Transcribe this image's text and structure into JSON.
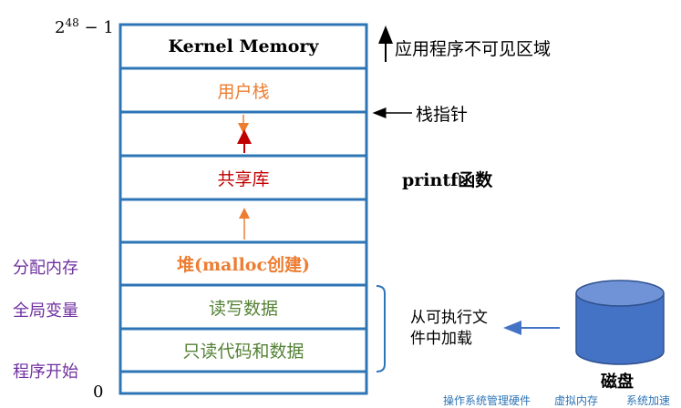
{
  "top_address": "2",
  "top_address_exp": "48",
  "top_address_suffix": " − 1",
  "bottom_address": "0",
  "segments": {
    "kernel": "Kernel Memory",
    "stack": "用户栈",
    "shared": "共享库",
    "heap": "堆(malloc创建)",
    "data": "读写数据",
    "code": "只读代码和数据"
  },
  "right_notes": {
    "invisible": "应用程序不可见区域",
    "stack_pointer": "栈指针",
    "printf": "printf函数",
    "load_from": "从可执行文件中加载",
    "disk": "磁盘"
  },
  "left_notes": {
    "alloc": "分配内存",
    "globals": "全局变量",
    "program_start": "程序开始"
  },
  "footer_tabs": [
    "操作系统管理硬件",
    "虚拟内存",
    "系统加速"
  ],
  "colors": {
    "border": "#2e75b6",
    "orange": "#ed7d31",
    "darkred": "#c00000",
    "green": "#548235",
    "purple": "#7030a0",
    "disk": "#4472c4",
    "footer_link": "#2e75b6"
  }
}
